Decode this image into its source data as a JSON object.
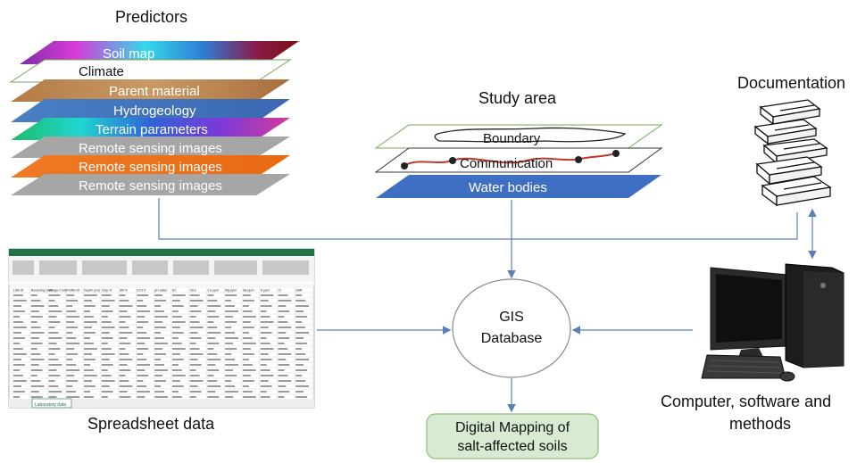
{
  "predictors": {
    "title": "Predictors",
    "layers": [
      "Soil map",
      "Climate",
      "Parent material",
      "Hydrogeology",
      "Terrain parameters",
      "Remote sensing images",
      "Remote sensing images",
      "Remote sensing images"
    ]
  },
  "study_area": {
    "title": "Study area",
    "layers": [
      "Boundary",
      "Communication",
      "Water bodies"
    ]
  },
  "documentation": {
    "title": "Documentation"
  },
  "spreadsheet": {
    "caption": "Spreadsheet data",
    "tab_label": "Laboratory data",
    "headers": [
      "LAB ID",
      "Receiving date",
      "Village Code",
      "Profile ID",
      "Depth (cm)",
      "Clay %",
      "Silt %",
      "EC1:5",
      "pH water",
      "EC",
      "CEC",
      "Ca ppm",
      "Mg ppm",
      "Na ppm",
      "K ppm",
      "Cl",
      "SAR"
    ]
  },
  "gis": {
    "line1": "GIS",
    "line2": "Database"
  },
  "computer": {
    "caption_line1": "Computer, software and",
    "caption_line2": "methods"
  },
  "output": {
    "line1": "Digital Mapping of",
    "line2": "salt-affected soils"
  },
  "colors": {
    "arrow": "#5b7fb8",
    "output_fill": "#d9ead3",
    "output_border": "#8fbf78",
    "water_bodies": "#3f6fc2",
    "excel_green": "#217346"
  }
}
